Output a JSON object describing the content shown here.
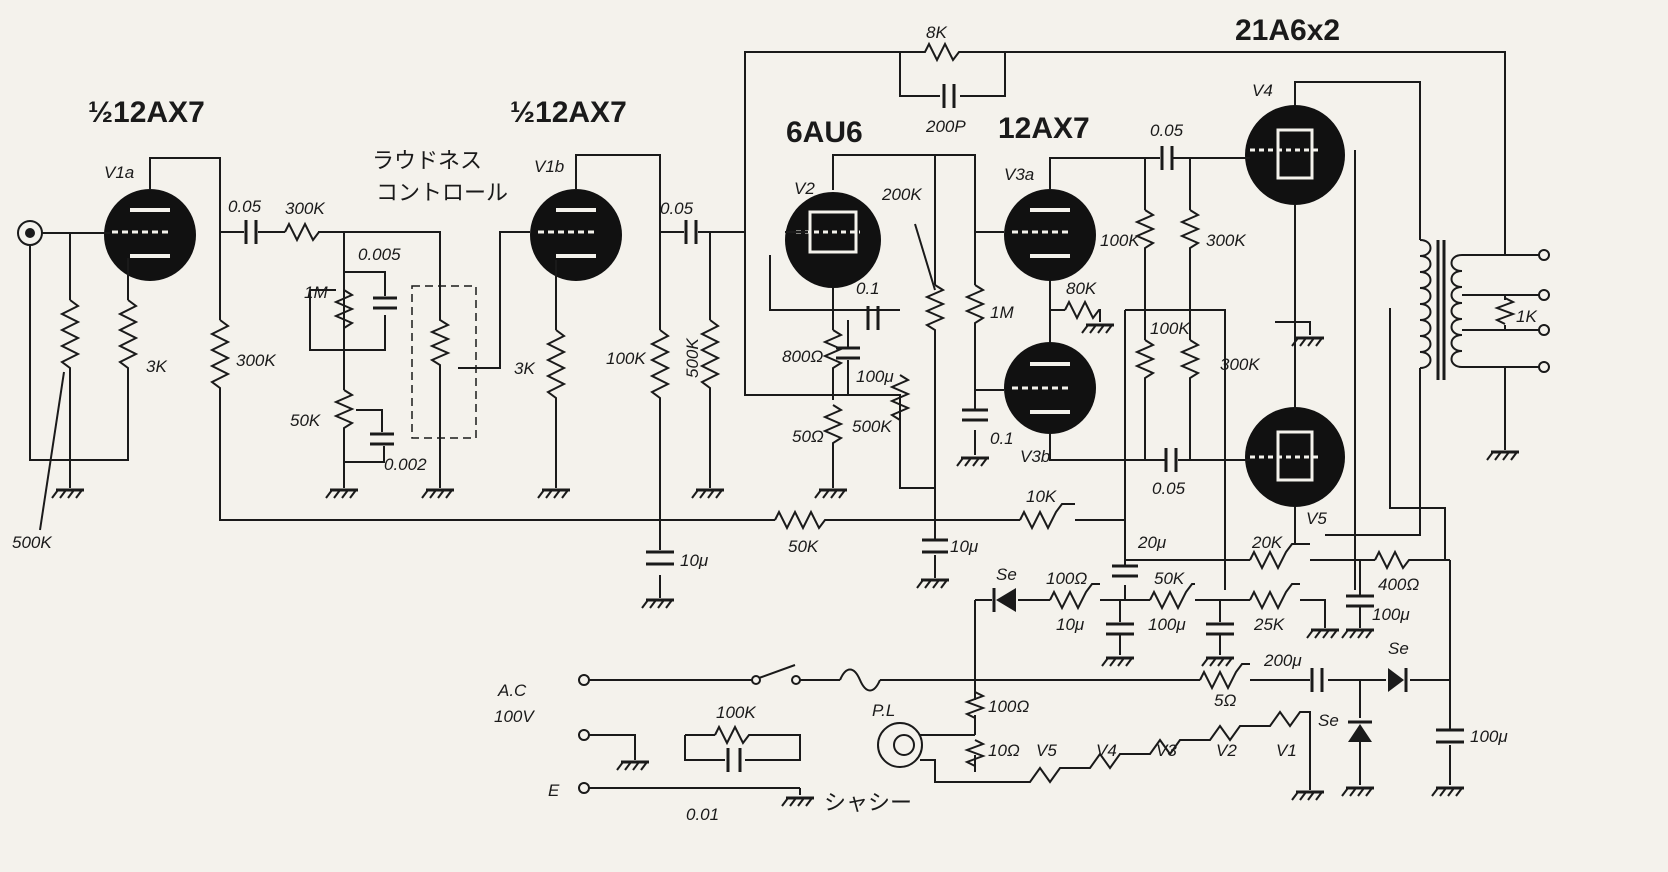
{
  "tubes": {
    "v1_type": "½12AX7",
    "v1_label": "V1a",
    "v1b_type": "½12AX7",
    "v1b_label": "V1b",
    "v2_type": "6AU6",
    "v2_label": "V2",
    "v3_type": "12AX7",
    "v3a_label": "V3a",
    "v3b_label": "V3b",
    "out_type": "21A6x2",
    "v4_label": "V4",
    "v5_label": "V5"
  },
  "loudness_label_1": "ラウドネス",
  "loudness_label_2": "コントロール",
  "components": {
    "c_in_v1": "0.05",
    "r_300k_series": "300K",
    "r_500k_in": "500K",
    "r_3k_v1": "3K",
    "r_300k_v1": "300K",
    "c_0005": "0.005",
    "r_1m_loud": "1M",
    "r_50k_loud": "50K",
    "c_0002": "0.002",
    "r_3k_v1b": "3K",
    "c_005_v1b": "0.05",
    "r_100k_v1b": "100K",
    "r_500k_v2grid": "500K",
    "r_50k_bplus": "50K",
    "c_10u_1": "10μ",
    "r_8k_fb": "8K",
    "c_200p_fb": "200P",
    "r_200k_v2": "200K",
    "r_800_v2": "800Ω",
    "c_01_v2": "0.1",
    "c_100u_v2": "100μ",
    "r_50_v2": "50Ω",
    "r_500k_v2": "500K",
    "c_10u_2": "10μ",
    "r_1m_v3": "1M",
    "c_01_v3": "0.1",
    "r_80k": "80K",
    "r_100k_v3a": "100K",
    "r_300k_v3a": "300K",
    "r_100k_v3b": "100K",
    "r_300k_v3b": "300K",
    "c_005_v3a": "0.05",
    "c_005_v3b": "0.05",
    "r_10k": "10K",
    "c_20u": "20μ",
    "r_20k": "20K",
    "r_400": "400Ω",
    "r_1k_out": "1K",
    "d_se_1": "Se",
    "r_100_ps": "100Ω",
    "c_10u_ps": "10μ",
    "r_50k_ps": "50K",
    "c_100u_ps": "100μ",
    "r_25k_ps": "25K",
    "c_100u_ps2": "100μ",
    "r_100_ac": "100Ω",
    "r_10_ac": "10Ω",
    "r_5_ps": "5Ω",
    "c_200u_ps": "200μ",
    "d_se_2": "Se",
    "d_se_3": "Se",
    "c_100u_ps3": "100μ",
    "r_100k_e": "100K",
    "c_001_e": "0.01"
  },
  "ac_label_1": "A.C",
  "ac_label_2": "100V",
  "e_label": "E",
  "chassis_label": "シャシー",
  "pl_label": "P.L",
  "heaters": [
    "V5",
    "V4",
    "V3",
    "V2",
    "V1"
  ]
}
